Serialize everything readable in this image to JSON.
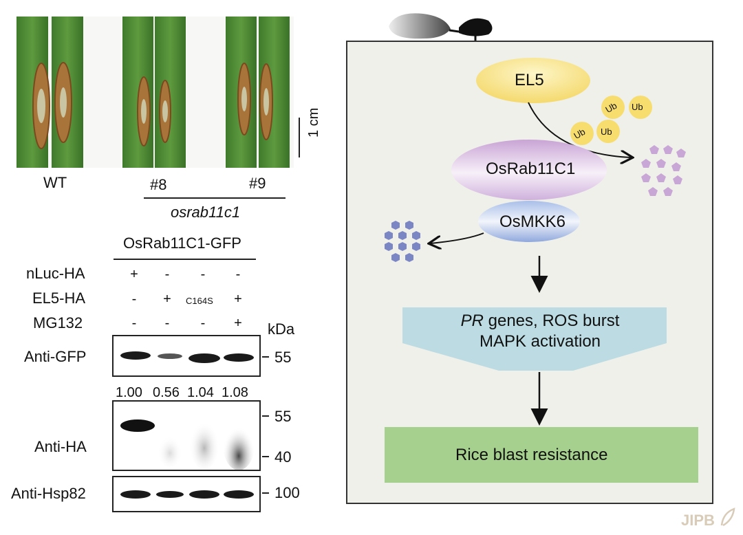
{
  "leaf_panel": {
    "labels": {
      "wt": "WT",
      "line8": "#8",
      "line9": "#9",
      "mutant": "osrab11c1"
    },
    "scale_bar": "1 cm"
  },
  "blot_panel": {
    "construct": "OsRab11C1-GFP",
    "row_labels": {
      "nluc": "nLuc-HA",
      "el5": "EL5-HA",
      "mg132": "MG132"
    },
    "nluc_symbols": [
      "+",
      "-",
      "-",
      "-"
    ],
    "el5_symbols": [
      "-",
      "+",
      "C164S",
      "+"
    ],
    "mg132_symbols": [
      "-",
      "-",
      "-",
      "+"
    ],
    "kda_label": "kDa",
    "blots": {
      "gfp": {
        "label": "Anti-GFP",
        "marker": "55"
      },
      "ha": {
        "label": "Anti-HA",
        "marker_top": "55",
        "marker_bottom": "40"
      },
      "hsp": {
        "label": "Anti-Hsp82",
        "marker": "100"
      }
    },
    "quant": [
      "1.00",
      "0.56",
      "1.04",
      "1.08"
    ]
  },
  "model": {
    "el5": "EL5",
    "rab": "OsRab11C1",
    "mkk": "OsMKK6",
    "ub": "Ub",
    "output": {
      "italic": "PR",
      "line1_rest": " genes, ROS burst",
      "line2": "MAPK activation"
    },
    "result": "Rice blast resistance",
    "colors": {
      "el5": "#f7df7a",
      "rab": "#d9c2e2",
      "mkk": "#9fb5e0",
      "output": "#bcdbe2",
      "result": "#a6d08e",
      "box": "#f0f0ea"
    }
  },
  "watermark": "JIPB"
}
